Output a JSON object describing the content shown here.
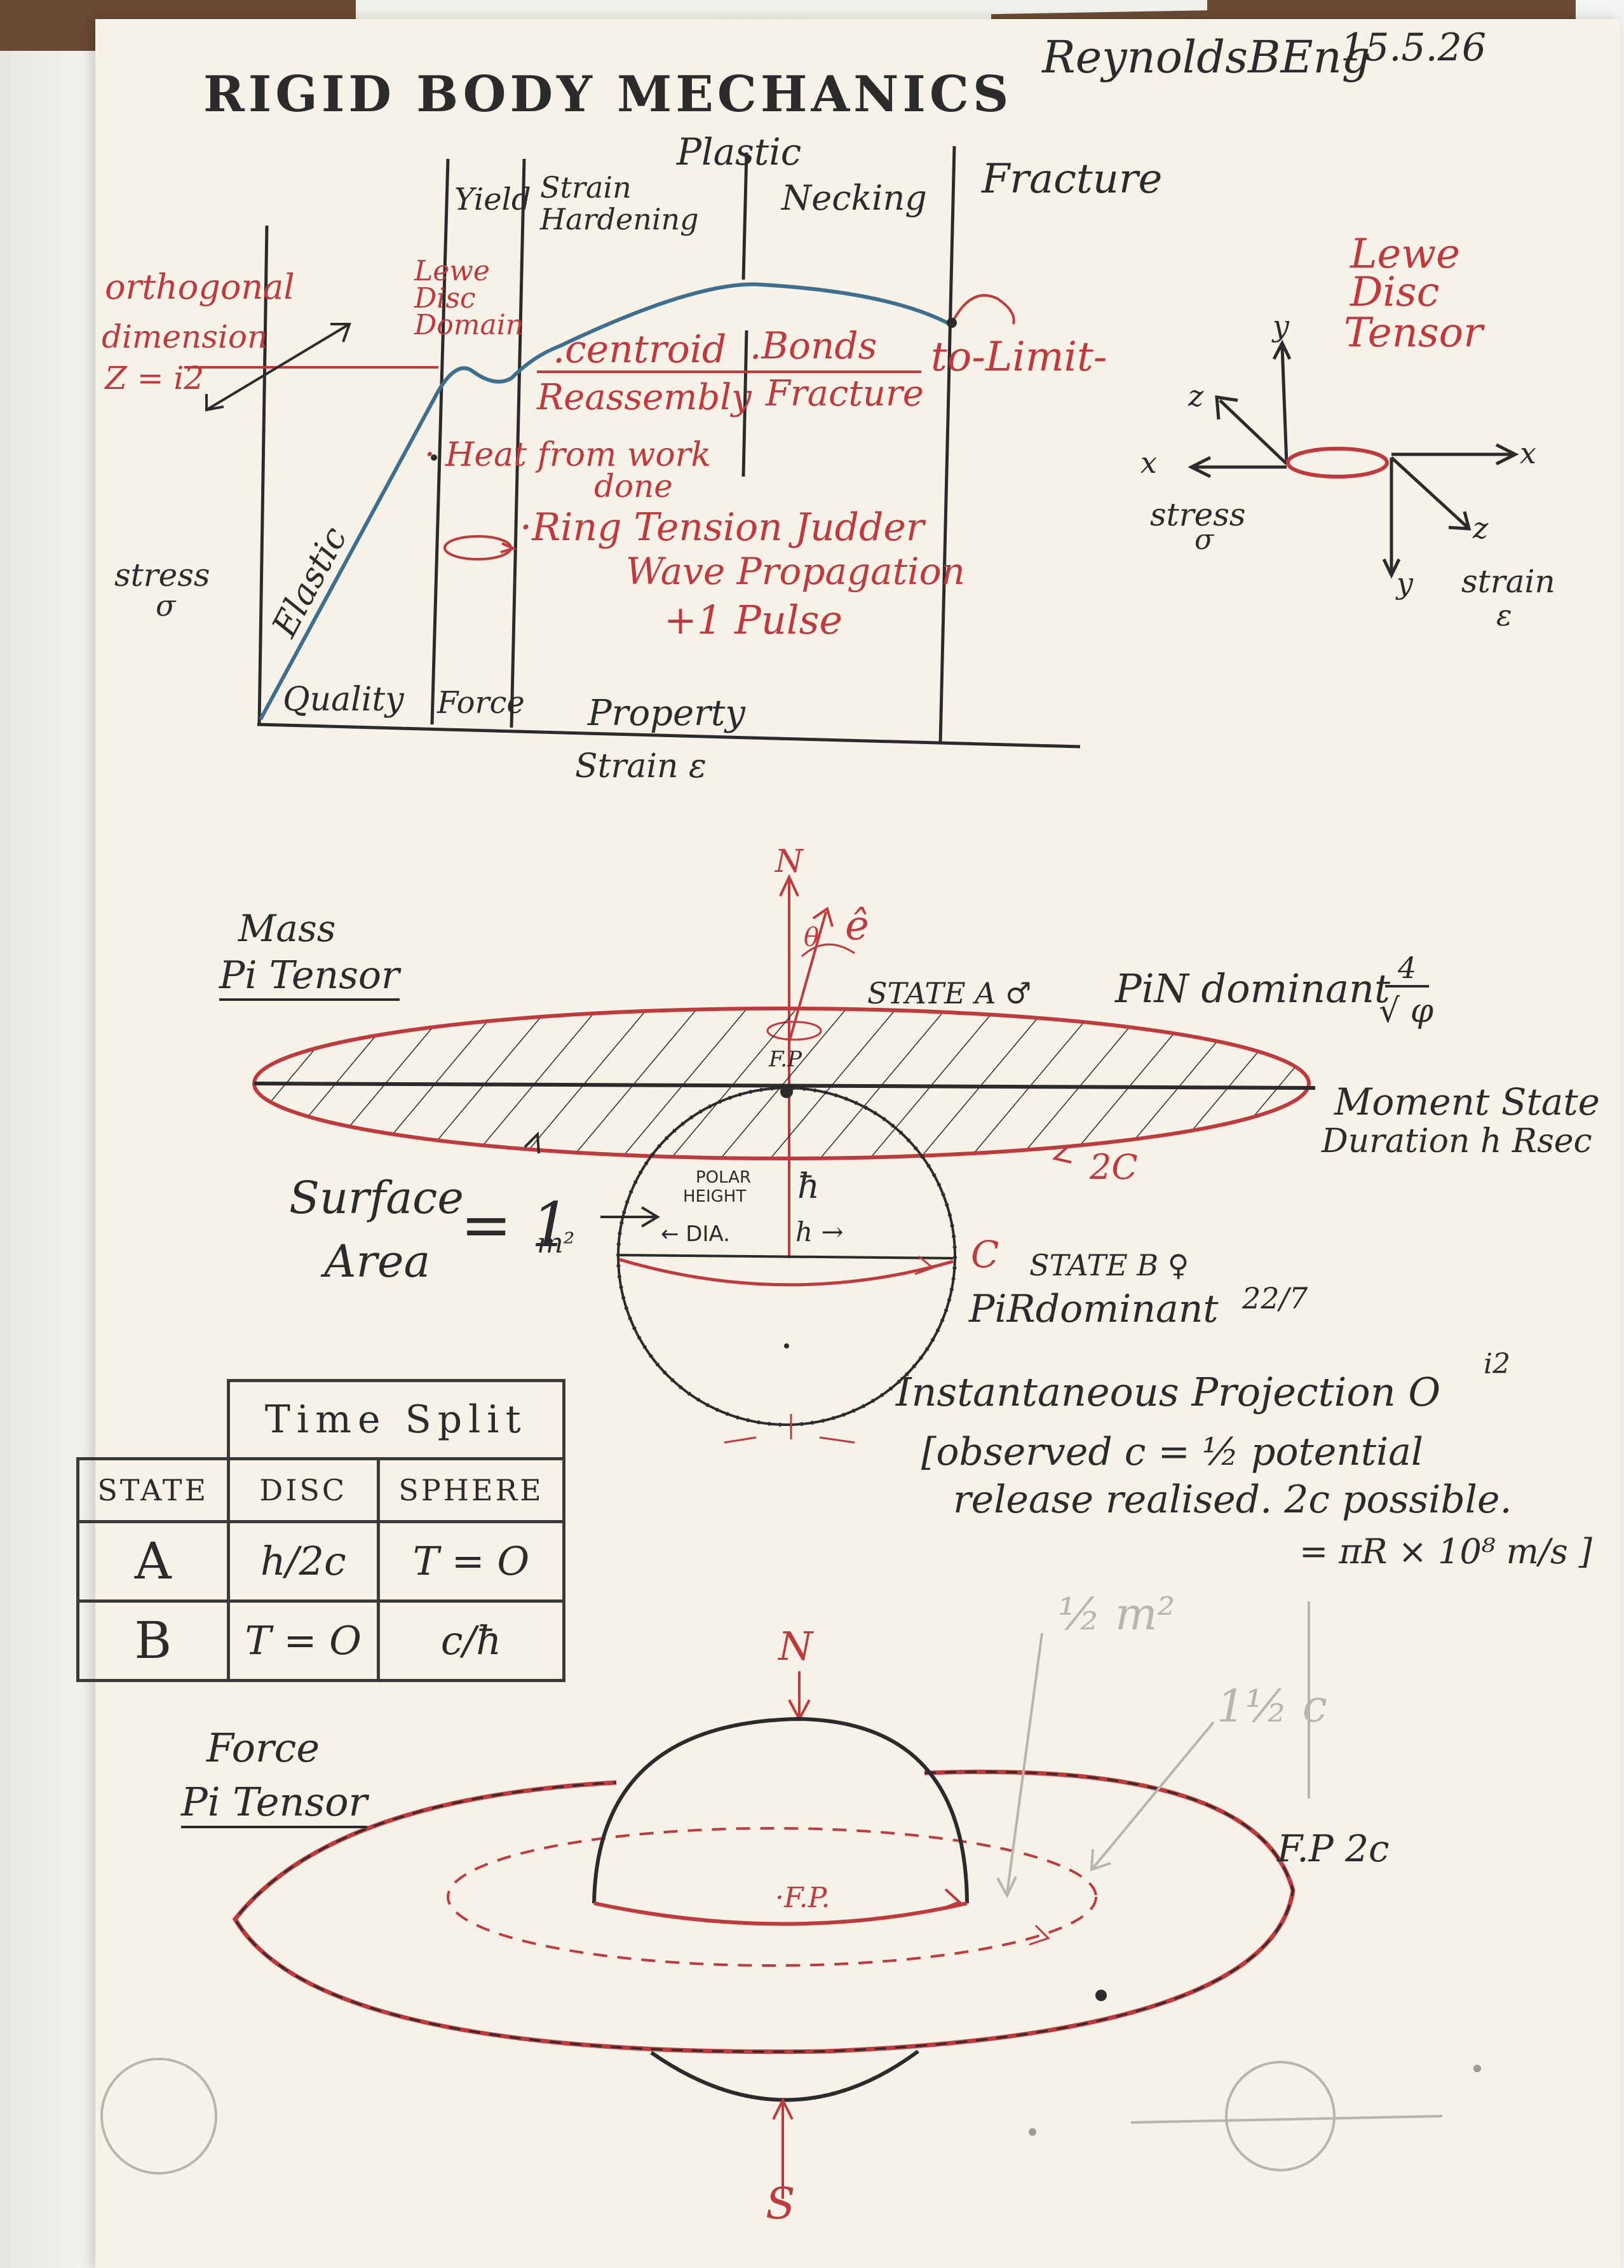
{
  "header": {
    "title": "RIGID BODY MECHANICS",
    "author": "ReynoldsBEng",
    "date": "15.5.26"
  },
  "stress_strain": {
    "stages": {
      "plastic": "Plastic",
      "yield": "Yield",
      "strain_hardening_1": "Strain",
      "strain_hardening_2": "Hardening",
      "necking": "Necking",
      "fracture": "Fracture"
    },
    "orthogonal": [
      "orthogonal",
      "dimension",
      "Z = i2"
    ],
    "lewe_domain": [
      "Lewe",
      "Disc",
      "Domain"
    ],
    "centroid": ".centroid",
    "reassembly": "Reassembly",
    "bonds": ".Bonds",
    "bonds_fracture": "Fracture",
    "to_limit": "to-Limit-",
    "heat": "· Heat from work",
    "done": "done",
    "ring_tension": "·Ring Tension Judder",
    "wave": "Wave Propagation",
    "pulse": "+1 Pulse",
    "elastic": "Elastic",
    "stress": "stress",
    "sigma": "σ",
    "quality": "Quality",
    "force": "Force",
    "property": "Property",
    "strain": "Strain ε"
  },
  "lewe_tensor": {
    "title": [
      "Lewe",
      "Disc",
      "Tensor"
    ],
    "axes": [
      "y",
      "z",
      "x",
      "x",
      "z",
      "y"
    ],
    "stress": "stress",
    "stress_sym": "σ",
    "strain": "strain",
    "strain_sym": "ε"
  },
  "mass": {
    "title_1": "Mass",
    "title_2": "Pi Tensor",
    "north": "N",
    "theta": "θ",
    "e_hat": "ê",
    "state_a": "STATE A ♂",
    "pin_dominant": "PiN dominant",
    "frac_num": "4",
    "frac_den": "√ φ",
    "fp": "F.P",
    "moment": "Moment State",
    "duration": "Duration h Rsec",
    "two_c": "2C",
    "polar_1": "POLAR",
    "polar_2": "HEIGHT",
    "hbar": "ħ",
    "dia": "← DIA.",
    "h_arrow": "h →",
    "surface_1": "Surface",
    "surface_2": "Area",
    "eq_val": "= 1",
    "m2": "m²",
    "c": "C",
    "state_b": "STATE B ♀",
    "pir_dominant": "PiRdominant",
    "frac2": "22/7",
    "projection": "Instantaneous Projection O",
    "proj_sup": "i2",
    "observed": "[observed c = ½ potential",
    "release": "release realised. 2c possible.",
    "equals": "= πR × 10⁸ m/s ]"
  },
  "table": {
    "title": "Time Split",
    "headers": [
      "STATE",
      "DISC",
      "SPHERE"
    ],
    "rows": [
      [
        "A",
        "h/2c",
        "T = O"
      ],
      [
        "B",
        "T = O",
        "c/ħ"
      ]
    ]
  },
  "force": {
    "title_1": "Force",
    "title_2": "Pi Tensor",
    "north": "N",
    "south": "S",
    "fp": "·F.P.",
    "fp_2c": "F.P 2c",
    "pencil_1": "½ m²",
    "pencil_2": "1½ c"
  },
  "colors": {
    "ink": "#2b2b2b",
    "red": "#c0393d",
    "blue": "#3f6f8f",
    "paper": "#f6f2e7"
  }
}
